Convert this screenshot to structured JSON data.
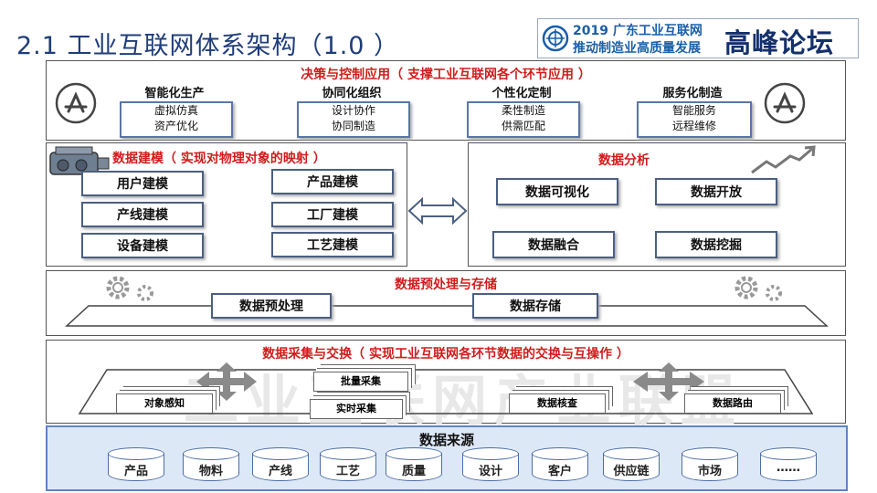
{
  "title": "2.1 工业互联网体系架构（1.0 ）",
  "banner": {
    "line1": "2019 广东工业互联网",
    "line2": "推动制造业高质量发展",
    "big": "高峰论坛"
  },
  "decision": {
    "title": "决策与控制应用（ 支撑工业互联网各个环节应用 ）",
    "columns": [
      {
        "head": "智能化生产",
        "items": [
          "虚拟仿真",
          "资产优化"
        ]
      },
      {
        "head": "协同化组织",
        "items": [
          "设计协作",
          "协同制造"
        ]
      },
      {
        "head": "个性化定制",
        "items": [
          "柔性制造",
          "供需匹配"
        ]
      },
      {
        "head": "服务化制造",
        "items": [
          "智能服务",
          "远程维修"
        ]
      }
    ]
  },
  "modeling": {
    "title": "数据建模（ 实现对物理对象的映射 ）",
    "left_boxes": [
      "用户建模",
      "产线建模",
      "设备建模"
    ],
    "right_boxes": [
      "产品建模",
      "工厂建模",
      "工艺建模"
    ]
  },
  "analysis": {
    "title": "数据分析",
    "boxes": [
      "数据可视化",
      "数据开放",
      "数据融合",
      "数据挖掘"
    ]
  },
  "preprocess": {
    "title": "数据预处理与存储",
    "boxes": [
      "数据预处理",
      "数据存储"
    ]
  },
  "exchange": {
    "title": "数据采集与交换（ 实现工业互联网各环节数据的交换与互操作 ）",
    "cards": [
      "对象感知",
      "批量采集",
      "实时采集",
      "数据核查",
      "数据路由"
    ],
    "watermark": "工业互联网产业联盟"
  },
  "source": {
    "title": "数据来源",
    "items": [
      "产品",
      "物料",
      "产线",
      "工艺",
      "质量",
      "设计",
      "客户",
      "供应链",
      "市场",
      "……"
    ]
  },
  "colors": {
    "accent_red": "#d01c1c",
    "title_blue": "#1f3d7a",
    "box_border": "#4b5f82"
  }
}
